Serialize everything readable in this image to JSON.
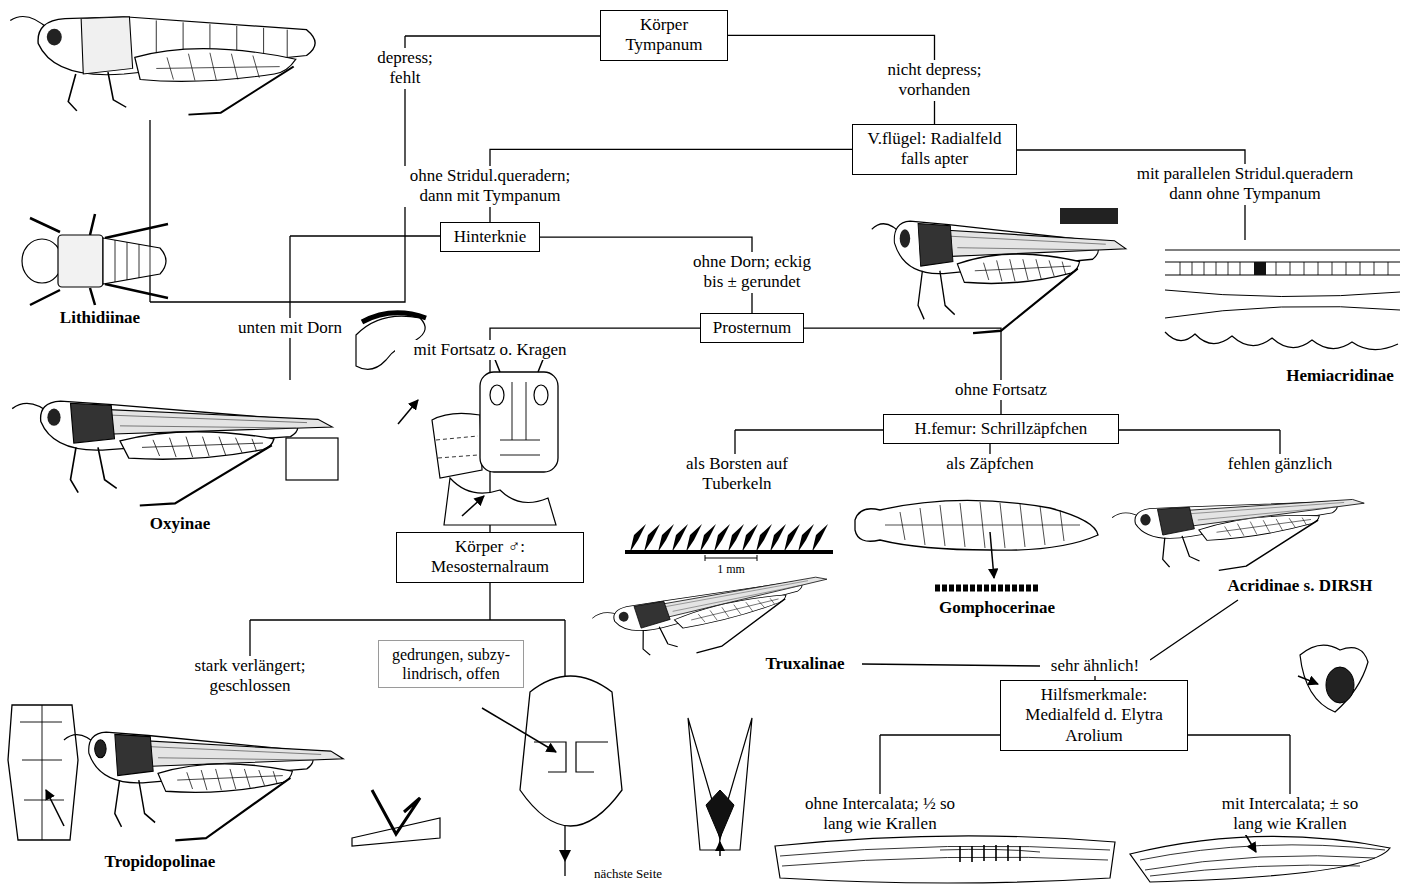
{
  "diagram": {
    "nodes": [
      {
        "text": [
          "Körper Tympanum"
        ]
      },
      {
        "text": [
          "V.flügel: Radialfeld falls apter"
        ]
      },
      {
        "text": [
          "Hinterknie"
        ]
      },
      {
        "text": [
          "Prosternum"
        ]
      },
      {
        "text": [
          "H.femur: Schrillzäpfchen"
        ]
      },
      {
        "text": [
          "Körper ♂: Mesosternalraum"
        ]
      },
      {
        "text": [
          "gedrungen, subzy- lindrisch, offen"
        ]
      },
      {
        "text": [
          "Hilfsmerkmale: Medialfeld d. Elytra Arolium"
        ]
      }
    ],
    "edges": [
      {
        "from": 0,
        "to": 1,
        "arrow": "none",
        "label": "nicht depress; vorhanden"
      },
      {
        "from": 1,
        "to": 2,
        "arrow": "none",
        "label": "ohne Stridul.queradern; dann mit Tympanum"
      },
      {
        "from": 2,
        "to": 3,
        "arrow": "none",
        "label": "ohne Dorn; eckig bis ± gerundet"
      },
      {
        "from": 3,
        "to": 5,
        "arrow": "none",
        "label": "mit Fortsatz o. Kragen"
      },
      {
        "from": 3,
        "to": 4,
        "arrow": "none",
        "label": "ohne Fortsatz"
      }
    ],
    "labels": [
      "depress; fehlt",
      "unten mit Dorn",
      "mit parallelen Stridul.queradern dann ohne Tympanum",
      "Lithidiinae",
      "Oxyinae",
      "Hemiacridinae",
      "als Borsten auf Tuberkeln",
      "als Zäpfchen",
      "fehlen gänzlich",
      "1 mm",
      "Gomphocerinae",
      "Acridinae s. DIRSH",
      "stark verlängert; geschlossen",
      "Tropidopolinae",
      "Truxalinae",
      "sehr ähnlich!",
      "ohne Intercalata; ½ so lang wie Krallen",
      "mit Intercalata; ± so lang wie Krallen",
      "nächste Seite"
    ]
  }
}
